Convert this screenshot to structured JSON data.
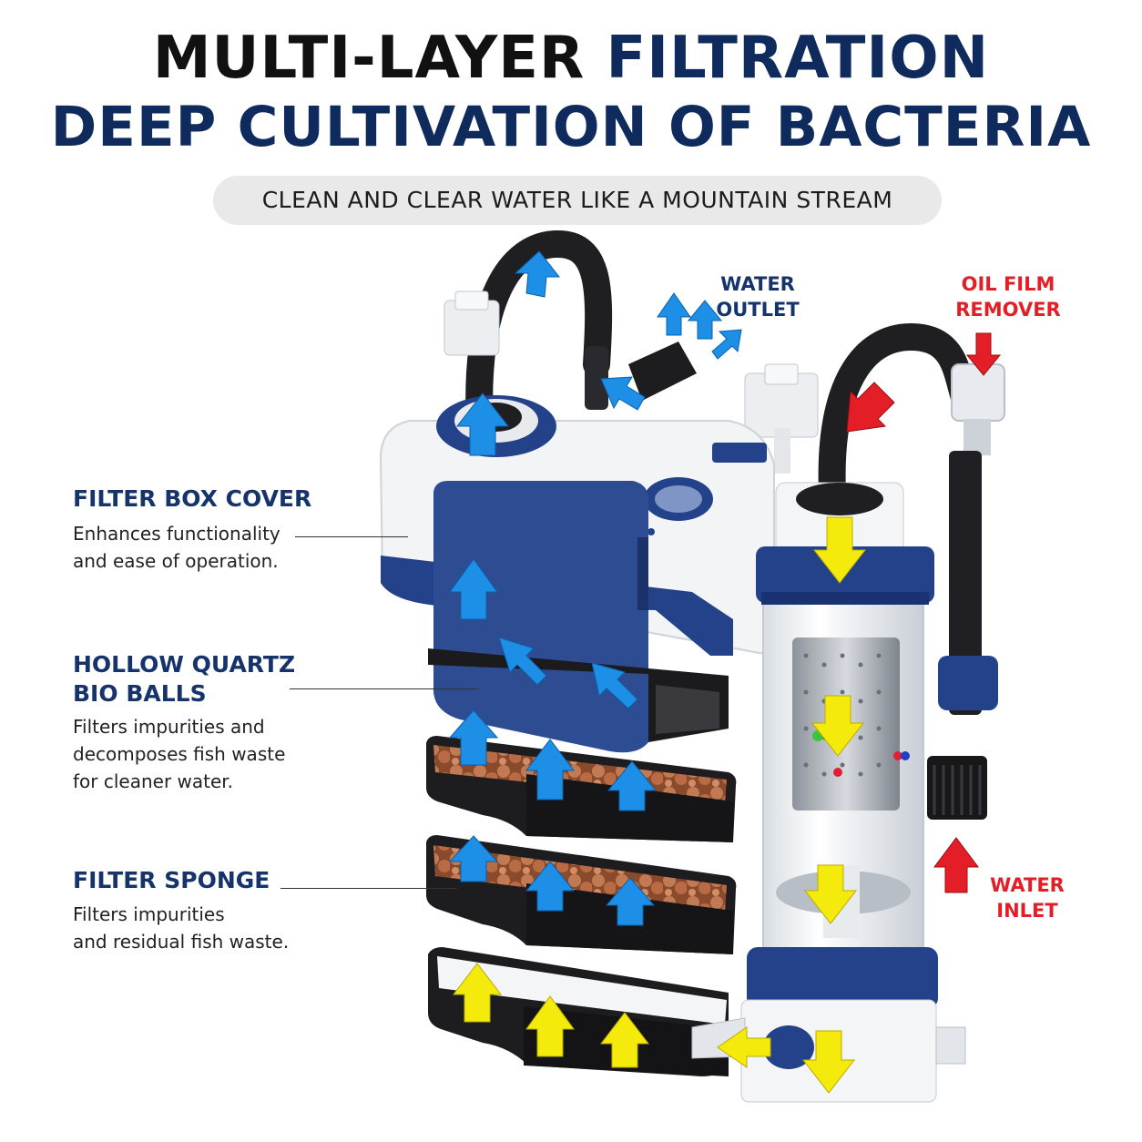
{
  "header": {
    "title_part1": "MULTI-LAYER ",
    "title_part2": "FILTRATION",
    "title_line2": "DEEP CULTIVATION OF BACTERIA",
    "subtitle": "CLEAN AND CLEAR WATER LIKE A MOUNTAIN STREAM"
  },
  "labels": {
    "filter_box_cover": {
      "title": "FILTER BOX COVER",
      "line1": "Enhances functionality",
      "line2": "and ease of operation."
    },
    "bio_balls": {
      "title_line1": "HOLLOW QUARTZ",
      "title_line2": "BIO BALLS",
      "line1": "Filters impurities and",
      "line2": "decomposes fish waste",
      "line3": "for cleaner water."
    },
    "filter_sponge": {
      "title": "FILTER SPONGE",
      "line1": "Filters impurities",
      "line2": "and residual fish waste."
    }
  },
  "callouts": {
    "water_outlet": {
      "line1": "WATER",
      "line2": "OUTLET"
    },
    "oil_film_remover": {
      "line1": "OIL FILM",
      "line2": "REMOVER"
    },
    "water_inlet": {
      "line1": "WATER",
      "line2": "INLET"
    }
  },
  "colors": {
    "navy": "#0f2a5c",
    "label_blue": "#16336b",
    "accent_red": "#e41e26",
    "flow_blue": "#1e8fe6",
    "flow_yellow": "#f4ea0c",
    "product_blue": "#23428a"
  }
}
